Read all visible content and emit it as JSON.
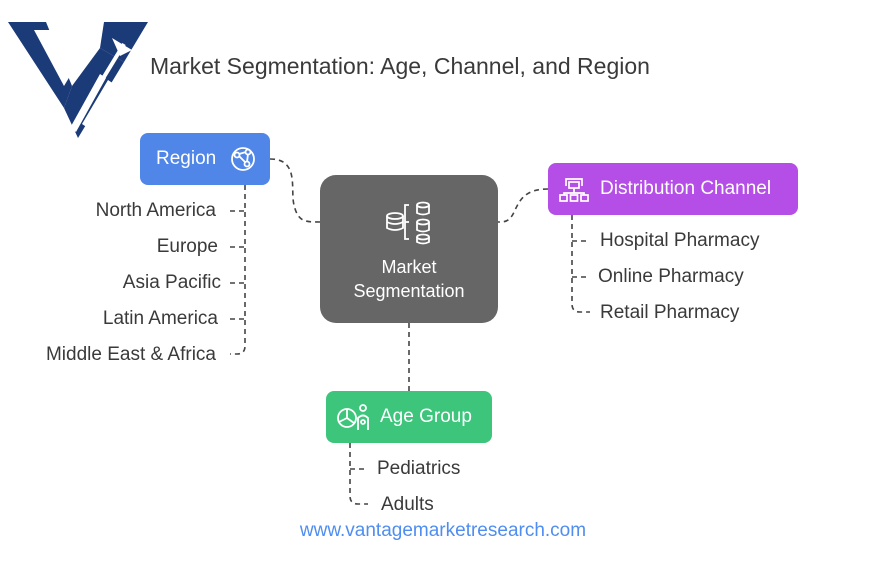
{
  "title": "Market Segmentation: Age, Channel, and Region",
  "center": {
    "line1": "Market",
    "line2": "Segmentation"
  },
  "region": {
    "label": "Region",
    "items": [
      "North America",
      "Europe",
      "Asia Pacific",
      "Latin America",
      "Middle East & Africa"
    ]
  },
  "distribution": {
    "label": "Distribution Channel",
    "items": [
      "Hospital Pharmacy",
      "Online Pharmacy",
      "Retail Pharmacy"
    ]
  },
  "age": {
    "label": "Age Group",
    "items": [
      "Pediatrics",
      "Adults"
    ]
  },
  "footer": "www.vantagemarketresearch.com",
  "colors": {
    "region": "#4f86e8",
    "distribution": "#b54ee6",
    "age": "#3ec57c",
    "center": "#666666",
    "logo": "#1b3a78"
  },
  "icons": {
    "logo": "vmr-logo",
    "region": "globe-network-icon",
    "distribution": "warehouse-network-icon",
    "age": "age-chart-person-icon",
    "center": "database-stack-icon"
  }
}
